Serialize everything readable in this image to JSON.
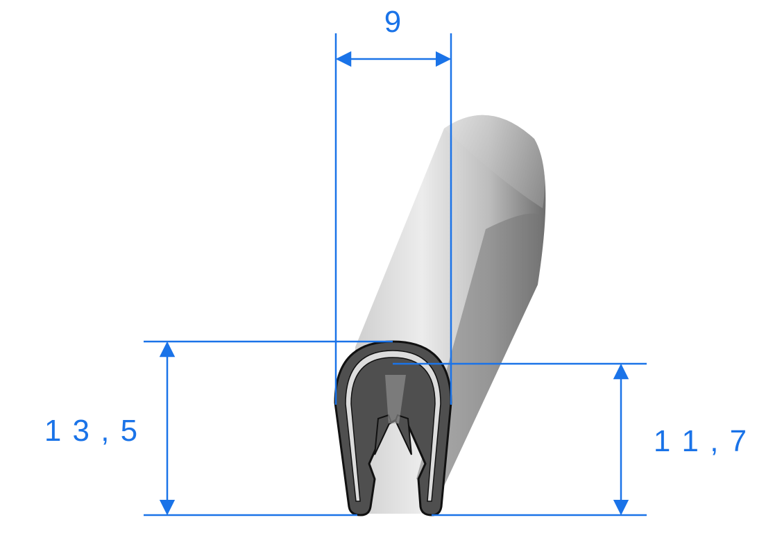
{
  "dimensions": {
    "width": {
      "value": "9"
    },
    "overall_height": {
      "value": "1 3 , 5"
    },
    "clip_height": {
      "value": "1 1 , 7"
    }
  },
  "colors": {
    "dimension_line": "#1a73e8",
    "profile_outline": "#111111",
    "profile_fill": "#4f4f4f",
    "metal_insert": "#dcdcdc",
    "background": "#ffffff"
  }
}
